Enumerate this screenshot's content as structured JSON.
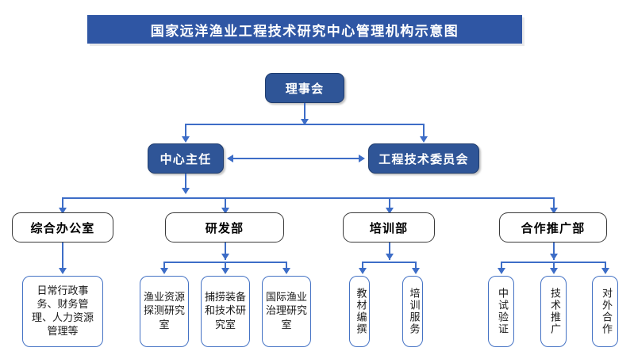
{
  "title": "国家远洋渔业工程技术研究中心管理机构示意图",
  "colors": {
    "banner": "#2f56a4",
    "filled_node": "#2f5597",
    "connector": "#3d6dc7",
    "dept_border": "#3a3a3a",
    "leaf_border": "#4472c4"
  },
  "nodes": {
    "board": "理事会",
    "director": "中心主任",
    "tech_committee": "工程技术委员会",
    "departments": [
      {
        "label": "综合办公室"
      },
      {
        "label": "研发部"
      },
      {
        "label": "培训部"
      },
      {
        "label": "合作推广部"
      }
    ],
    "office_units": [
      {
        "label": "日常行政事务、财务管理、人力资源管理等"
      }
    ],
    "rd_units": [
      {
        "label": "渔业资源探测研究室"
      },
      {
        "label": "捕捞装备和技术研究室"
      },
      {
        "label": "国际渔业治理研究室"
      }
    ],
    "training_units": [
      {
        "label": "教材编撰"
      },
      {
        "label": "培训服务"
      }
    ],
    "promotion_units": [
      {
        "label": "中试验证"
      },
      {
        "label": "技术推广"
      },
      {
        "label": "对外合作"
      }
    ]
  }
}
